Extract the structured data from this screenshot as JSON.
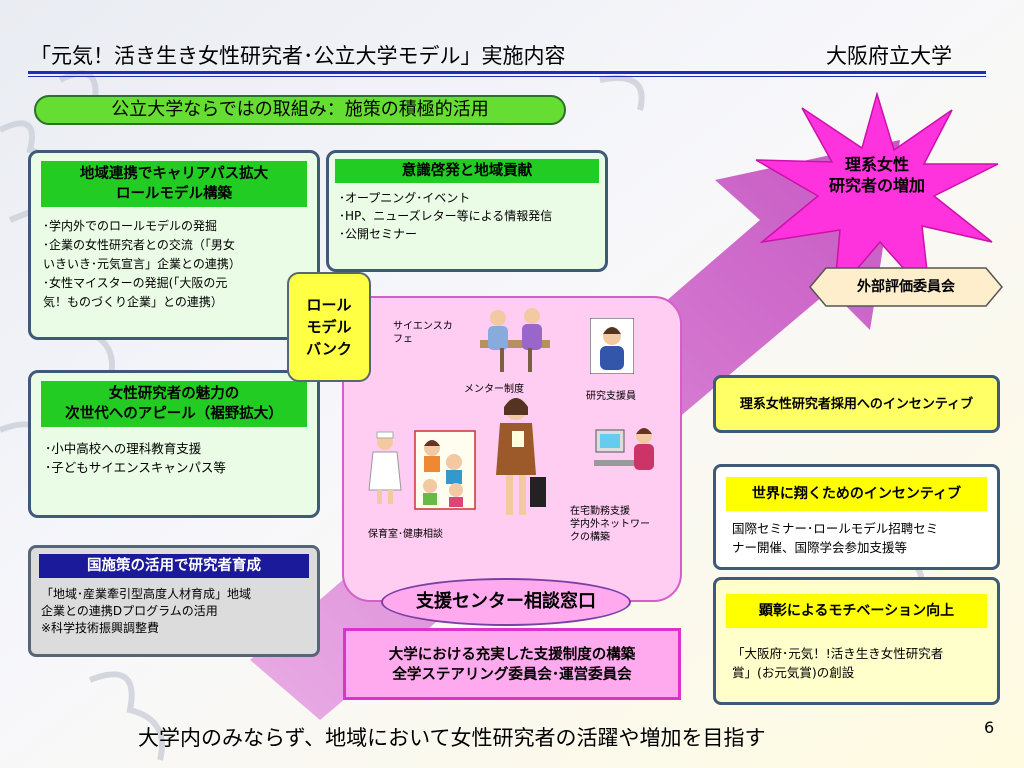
{
  "header": {
    "title": "「元気！活き生き女性研究者･公立大学モデル」実施内容",
    "university": "大阪府立大学"
  },
  "banner": {
    "label": "公立大学ならではの取組み：施策の積極的活用"
  },
  "panels": {
    "career": {
      "title_line1": "地域連携でキャリアパス拡大",
      "title_line2": "ロールモデル構築",
      "items": [
        "･学内外でのロールモデルの発掘",
        "･企業の女性研究者との交流（「男女",
        "いきいき･元気宣言」企業との連携）",
        "･女性マイスターの発掘(「大阪の元",
        "気！ものづくり企業」との連携）"
      ]
    },
    "awareness": {
      "title": "意識啓発と地域貢献",
      "items": [
        "･オープニング･イベント",
        "･HP、ニューズレター等による情報発信",
        "･公開セミナー"
      ]
    },
    "appeal": {
      "title_line1": "女性研究者の魅力の",
      "title_line2": "次世代へのアピール（裾野拡大）",
      "items": [
        "･小中高校への理科教育支援",
        "･子どもサイエンスキャンパス等"
      ]
    },
    "national": {
      "title": "国施策の活用で研究者育成",
      "items": [
        "「地域･産業牽引型高度人材育成」地域",
        "企業との連携Dプログラムの活用",
        "※科学技術振興調整費"
      ]
    }
  },
  "role_model_bank": {
    "line1": "ロール",
    "line2": "モデル",
    "line3": "バンク"
  },
  "center": {
    "science_cafe_line1": "サイエンスカ",
    "science_cafe_line2": "フェ",
    "mentor": "メンター制度",
    "research_support": "研究支援員",
    "nursery": "保育室･健康相談",
    "remote_line1": "在宅勤務支援",
    "remote_line2": "学内外ネットワー",
    "remote_line3": "クの構築",
    "consult": "支援センター相談窓口"
  },
  "bottom_box": {
    "line1": "大学における充実した支援制度の構築",
    "line2": "全学ステアリング委員会･運営委員会"
  },
  "star": {
    "line1": "理系女性",
    "line2": "研究者の増加"
  },
  "external_eval": {
    "label": "外部評価委員会"
  },
  "incentives": {
    "hiring": {
      "title": "理系女性研究者採用へのインセンティブ"
    },
    "global": {
      "title": "世界に翔くためのインセンティブ",
      "line1": "国際セミナー･ロールモデル招聘セミ",
      "line2": "ナー開催、国際学会参加支援等"
    },
    "award": {
      "title": "顕彰によるモチベーション向上",
      "line1": "「大阪府･元気！!活き生き女性研究者",
      "line2": "賞」(お元気賞)の創設"
    }
  },
  "footer": {
    "text": "大学内のみならず、地域において女性研究者の活躍や増加を目指す",
    "page": "6"
  },
  "colors": {
    "accent_green": "#22cc22",
    "arrow_purple": "#c44fc0",
    "star_magenta": "#ff33dd",
    "center_pink": "#ffccf2",
    "yellow": "#ffff66",
    "navy": "#1a1a9a"
  },
  "icons": [
    "person-figure-icon",
    "mentoring-illustration-icon",
    "researcher-portrait-icon",
    "computer-worker-icon",
    "nurse-icon",
    "children-icon"
  ]
}
